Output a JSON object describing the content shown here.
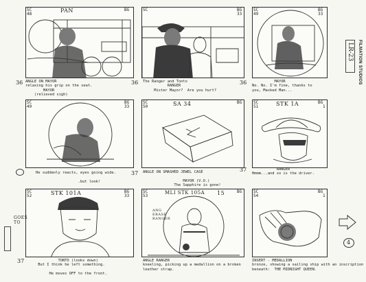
{
  "side": {
    "studio": "FILMATION STUDIOS",
    "code": "LR-23"
  },
  "panels": [
    {
      "sc": "SC",
      "sc_num": "48",
      "bg": "BG",
      "bg_num": "",
      "handwritten": "PAN",
      "number": "36",
      "text": "ANGLE ON MAYOR\nrelaxing his grip on the seat.\n        MAYOR\n    (relieved sigh)"
    },
    {
      "sc": "SC",
      "sc_num": "",
      "bg": "BG",
      "bg_num": "33",
      "handwritten": "",
      "number": "36",
      "text": "The Ranger and Tonto\n           RANGER\n     Mister Mayor?  Are you hurt?"
    },
    {
      "sc": "SC",
      "sc_num": "49",
      "bg": "BG",
      "bg_num": "33",
      "handwritten": "",
      "number": "36",
      "text": "          MAYOR\nNo. No. I'm fine, thanks to\nyou, Masked Man..."
    },
    {
      "sc": "SC",
      "sc_num": "49",
      "bg": "BG",
      "bg_num": "33",
      "handwritten": "",
      "number": "",
      "text": "He suddenly reacts, eyes going wide.\n\n                   .but look!"
    },
    {
      "sc": "SC",
      "sc_num": "50",
      "bg": "BG",
      "bg_num": "",
      "handwritten": "SA 34",
      "number": "37",
      "text": "ANGLE ON SMASHED JEWEL CASE\n\n                  MAYOR (V.O.)\n              The Sapphire is gone!"
    },
    {
      "sc": "SC",
      "sc_num": "51",
      "bg": "BG",
      "bg_num": "1",
      "handwritten": "STK 1A",
      "number": "37",
      "text": "           RANGER\nHmmm...and so is the driver."
    },
    {
      "sc": "SC",
      "sc_num": "52",
      "bg": "BG",
      "bg_num": "33",
      "handwritten": "STK 101A",
      "note": "GOES TO",
      "number": "37",
      "text": "          TONTO (looks down)\n But I think he left something.\n\n      He moves OFF to the front."
    },
    {
      "sc": "SC",
      "sc_num": "53",
      "bg": "BG",
      "bg_num": "",
      "handwritten": "MLI STK 105A",
      "handwritten2": "15",
      "note": "ANG ERASE RANGER",
      "number": "",
      "text": "ANGLE RANGER\nkneeling, picking up a medallion on a broken\nleather strap."
    },
    {
      "sc": "SC",
      "sc_num": "54",
      "bg": "BG",
      "bg_num": "1",
      "handwritten": "",
      "number": "",
      "text": "INSERT - MEDALLION\nbronze, showing a sailing ship with an inscription\nbeneath:  THE MIDNIGHT QUEEN."
    }
  ],
  "page_corner": "4"
}
